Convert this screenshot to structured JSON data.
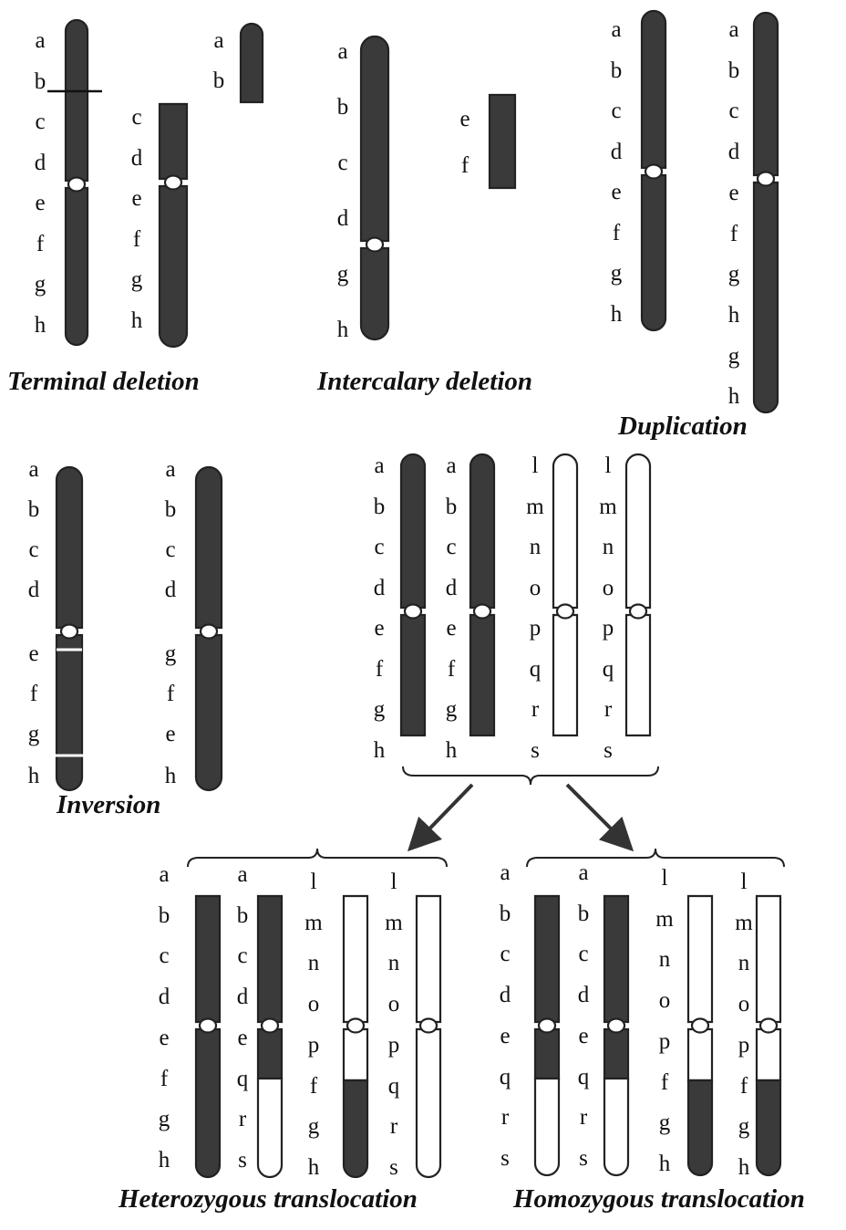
{
  "colors": {
    "dark": "#3a3a3a",
    "outline": "#222222",
    "light": "#ffffff"
  },
  "panels": {
    "terminal": {
      "title": "Terminal deletion",
      "normal": [
        "a",
        "b",
        "c",
        "d",
        "e",
        "f",
        "g",
        "h"
      ],
      "deleted": [
        "c",
        "d",
        "e",
        "f",
        "g",
        "h"
      ],
      "fragment": [
        "a",
        "b"
      ]
    },
    "intercalary": {
      "title": "Intercalary deletion",
      "deleted": [
        "a",
        "b",
        "c",
        "d",
        "g",
        "h"
      ],
      "fragment": [
        "e",
        "f"
      ]
    },
    "duplication": {
      "title": "Duplication",
      "normal": [
        "a",
        "b",
        "c",
        "d",
        "e",
        "f",
        "g",
        "h"
      ],
      "duplicated": [
        "a",
        "b",
        "c",
        "d",
        "e",
        "f",
        "g",
        "h",
        "g",
        "h"
      ]
    },
    "inversion": {
      "title": "Inversion",
      "normal": [
        "a",
        "b",
        "c",
        "d",
        "e",
        "f",
        "g",
        "h"
      ],
      "inverted": [
        "a",
        "b",
        "c",
        "d",
        "g",
        "f",
        "e",
        "h"
      ]
    },
    "translocation_parents": {
      "chrom1": [
        "a",
        "b",
        "c",
        "d",
        "e",
        "f",
        "g",
        "h"
      ],
      "chrom2": [
        "a",
        "b",
        "c",
        "d",
        "e",
        "f",
        "g",
        "h"
      ],
      "chrom3": [
        "l",
        "m",
        "n",
        "o",
        "p",
        "q",
        "r",
        "s"
      ],
      "chrom4": [
        "l",
        "m",
        "n",
        "o",
        "p",
        "q",
        "r",
        "s"
      ]
    },
    "heterozygous": {
      "title": "Heterozygous translocation",
      "chrom1": [
        "a",
        "b",
        "c",
        "d",
        "e",
        "f",
        "g",
        "h"
      ],
      "chrom2": [
        "a",
        "b",
        "c",
        "d",
        "e",
        "q",
        "r",
        "s"
      ],
      "chrom3": [
        "l",
        "m",
        "n",
        "o",
        "p",
        "f",
        "g",
        "h"
      ],
      "chrom4": [
        "l",
        "m",
        "n",
        "o",
        "p",
        "q",
        "r",
        "s"
      ]
    },
    "homozygous": {
      "title": "Homozygous translocation",
      "chrom1": [
        "a",
        "b",
        "c",
        "d",
        "e",
        "q",
        "r",
        "s"
      ],
      "chrom2": [
        "a",
        "b",
        "c",
        "d",
        "e",
        "q",
        "r",
        "s"
      ],
      "chrom3": [
        "l",
        "m",
        "n",
        "o",
        "p",
        "f",
        "g",
        "h"
      ],
      "chrom4": [
        "l",
        "m",
        "n",
        "o",
        "p",
        "f",
        "g",
        "h"
      ]
    }
  }
}
